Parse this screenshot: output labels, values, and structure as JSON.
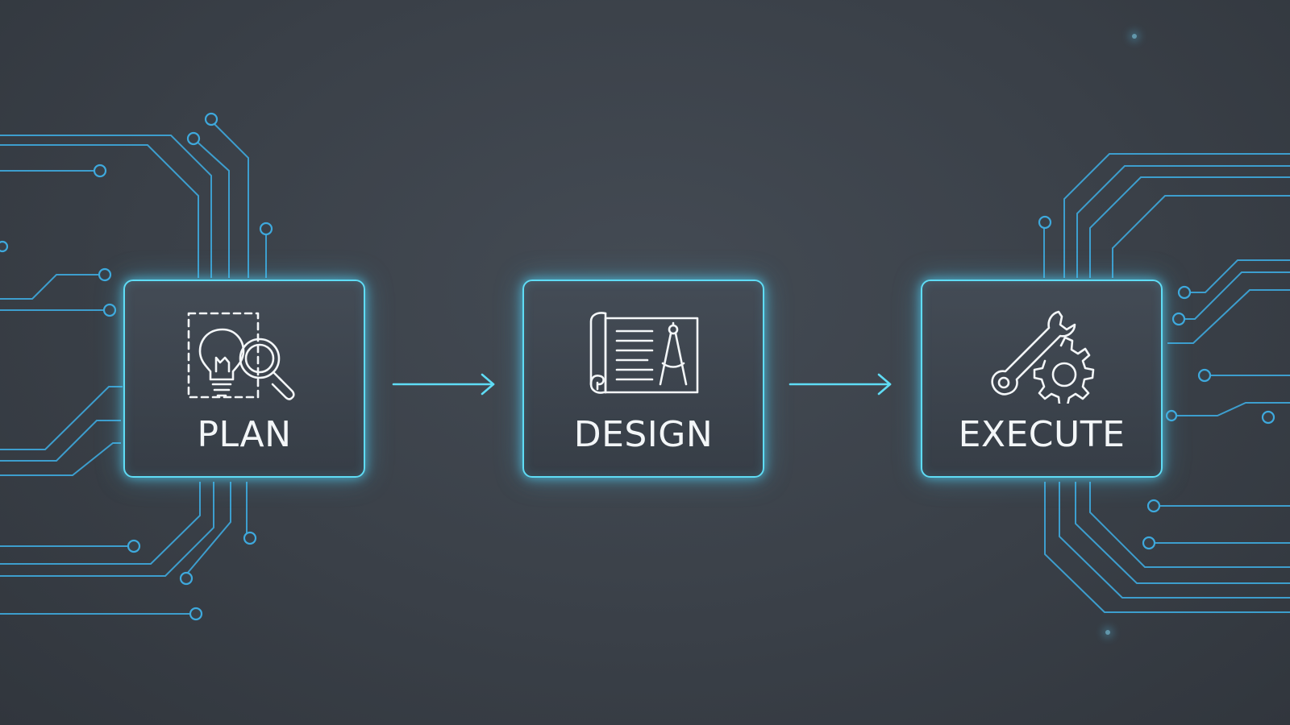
{
  "colors": {
    "background": "#3c424a",
    "accent": "#5fdcf5",
    "circuit": "#3ea9dd",
    "text": "#f3f6f8"
  },
  "steps": [
    {
      "label": "PLAN",
      "icon": "lightbulb-magnifier-icon"
    },
    {
      "label": "DESIGN",
      "icon": "blueprint-compass-icon"
    },
    {
      "label": "EXECUTE",
      "icon": "wrench-gear-icon"
    }
  ],
  "connectors": [
    "arrow-right",
    "arrow-right"
  ]
}
